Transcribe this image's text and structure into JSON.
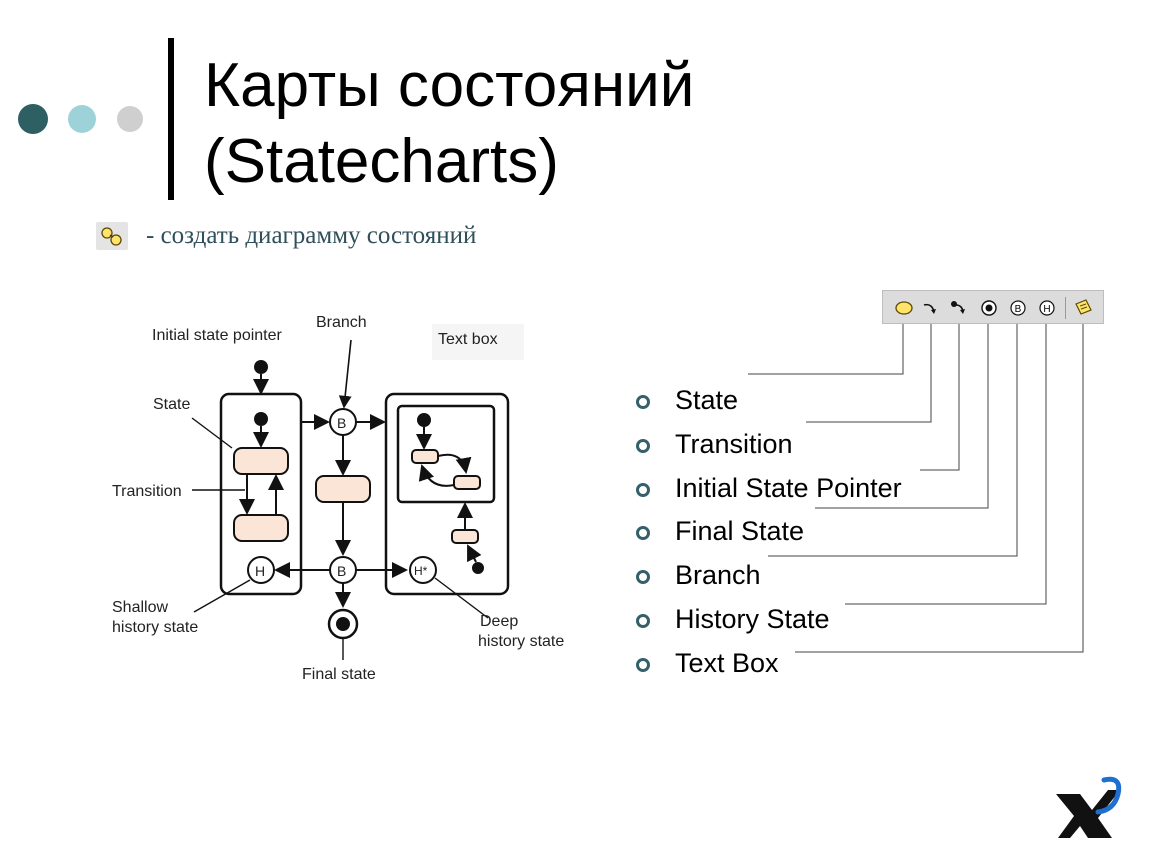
{
  "slide": {
    "title_line1": "Карты состояний",
    "title_line2": "(Statecharts)",
    "subtitle": "- создать диаграмму состояний",
    "dot_colors": [
      "#2e5f63",
      "#9dd3d8",
      "#cfcfcf"
    ]
  },
  "diagram": {
    "labels": {
      "initial_state_pointer": "Initial state pointer",
      "branch": "Branch",
      "text_box": "Text box",
      "state": "State",
      "transition": "Transition",
      "shallow_history_1": "Shallow",
      "shallow_history_2": "history state",
      "deep_history_1": "Deep",
      "deep_history_2": "history state",
      "final_state": "Final state"
    },
    "node_letters": {
      "branch": "B",
      "history": "H",
      "deep_history": "H*"
    }
  },
  "toolbar": {
    "icons": [
      "state-icon",
      "transition-icon",
      "initial-state-pointer-icon",
      "final-state-icon",
      "branch-icon",
      "history-state-icon",
      "text-box-icon"
    ],
    "branch_letter": "B",
    "history_letter": "H"
  },
  "legend": {
    "items": [
      "State",
      "Transition",
      "Initial State Pointer",
      "Final State",
      "Branch",
      "History State",
      "Text Box"
    ]
  }
}
